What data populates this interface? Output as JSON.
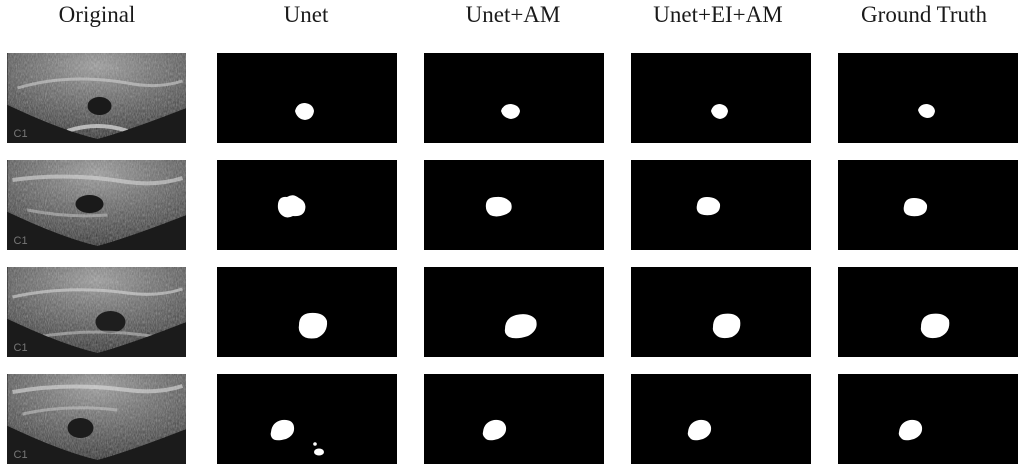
{
  "headers": [
    "Original",
    "Unet",
    "Unet+AM",
    "Unet+EI+AM",
    "Ground Truth"
  ],
  "colors": {
    "background": "#ffffff",
    "mask_background": "#000000",
    "mask_foreground": "#ffffff",
    "header_text": "#1a1a1a"
  },
  "rows": 4
}
